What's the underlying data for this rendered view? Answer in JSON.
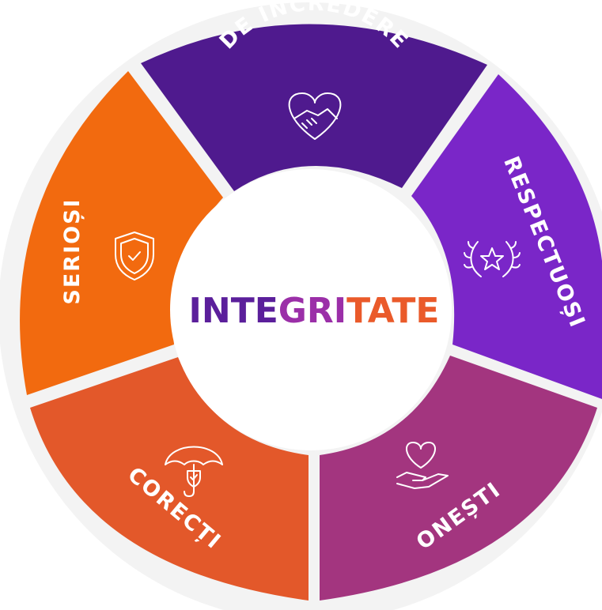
{
  "center": {
    "title_parts": [
      "INTE",
      "GRI",
      "TATE"
    ],
    "colors": [
      "#5b1f9b",
      "#9b2fa8",
      "#ea5a2a"
    ]
  },
  "segments": [
    {
      "label": "DE ÎNCREDERE",
      "color": "#4f1a8e",
      "icon": "handshake-heart-icon"
    },
    {
      "label": "RESPECTUOȘI",
      "color": "#7a26c8",
      "icon": "laurel-star-icon"
    },
    {
      "label": "ONEȘTI",
      "color": "#a3357f",
      "icon": "hand-heart-icon"
    },
    {
      "label": "CORECȚI",
      "color": "#e3582a",
      "icon": "umbrella-shield-icon"
    },
    {
      "label": "SERIOȘI",
      "color": "#f26a0f",
      "icon": "shield-check-icon"
    }
  ]
}
